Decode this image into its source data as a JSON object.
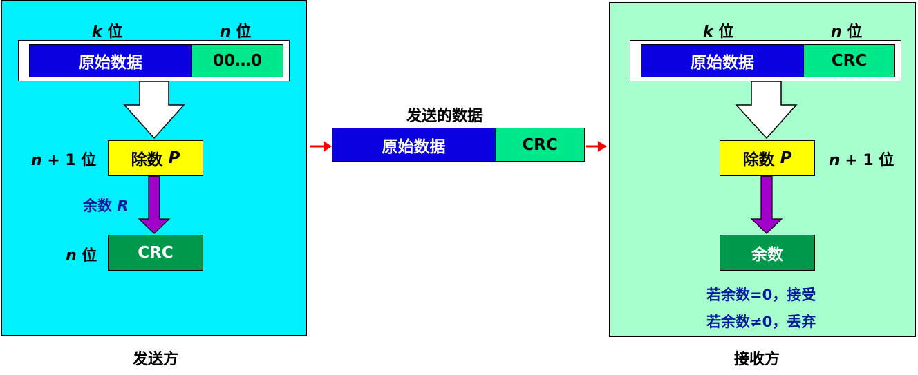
{
  "sender": {
    "k_var": "k",
    "n_var": "n",
    "bits_unit": "位",
    "original_data": "原始数据",
    "zeros": "00…0",
    "n_plus_one_label": "+ 1 位",
    "divisor_label": "除数",
    "divisor_var": "P",
    "remainder_label": "余数",
    "remainder_var": "R",
    "crc": "CRC",
    "caption": "发送方"
  },
  "transmitted": {
    "title": "发送的数据",
    "original_data": "原始数据",
    "crc": "CRC"
  },
  "receiver": {
    "k_var": "k",
    "n_var": "n",
    "bits_unit": "位",
    "original_data": "原始数据",
    "crc": "CRC",
    "divisor_label": "除数",
    "divisor_var": "P",
    "n_plus_one_label": "+ 1 位",
    "remainder": "余数",
    "accept_rule": "若余数=0，接受",
    "discard_rule": "若余数≠0，丢弃",
    "caption": "接收方"
  },
  "colors": {
    "sender_bg": "#00f0ff",
    "receiver_bg": "#a6ffcc",
    "data_blue": "#0a00e0",
    "crc_green": "#00e88a",
    "divisor_yellow": "#ffff00",
    "result_green": "#00994c",
    "purple_arrow": "#a000c8",
    "red_arrow": "#ff0000",
    "note_blue": "#001a9c"
  }
}
